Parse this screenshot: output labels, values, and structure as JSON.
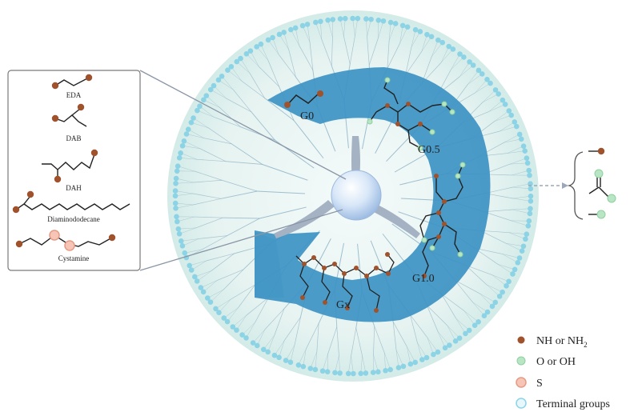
{
  "inset": {
    "labels": [
      "EDA",
      "DAB",
      "DAH",
      "Diaminododecane",
      "Cystamine"
    ]
  },
  "generations": [
    "G0",
    "G0.5",
    "G1.0",
    "Gx"
  ],
  "legend": {
    "items": [
      {
        "label": "NH or NH",
        "sub": "2",
        "color": "#a0522d",
        "ring": "#7a3d18"
      },
      {
        "label": "O or OH",
        "sub": "",
        "color": "#b8e6c4",
        "ring": "#8fcf9f"
      },
      {
        "label": "S",
        "sub": "",
        "color": "#f7c5b6",
        "ring": "#e59a84"
      },
      {
        "label": "Terminal groups",
        "sub": "",
        "color": "#e8f7fb",
        "ring": "#8cd3e6"
      }
    ]
  },
  "colors": {
    "halo": "#dcefed",
    "arc": "#3d93c4",
    "branch": "#5e8fae",
    "terminal": "#8cd3e6",
    "core": "#cfe2f7",
    "nitrogen": "#a0522d",
    "oxygen": "#b8e6c4",
    "sulfur": "#f7c5b6"
  }
}
